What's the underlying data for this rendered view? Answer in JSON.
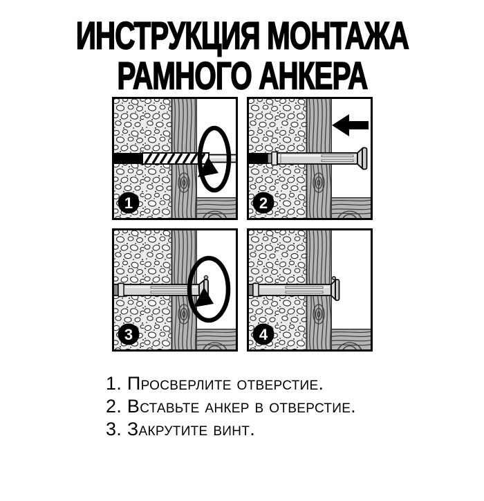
{
  "title": {
    "line1": "ИНСТРУКЦИЯ МОНТАЖА",
    "line2": "РАМНОГО АНКЕРА"
  },
  "panels": [
    {
      "number": "1"
    },
    {
      "number": "2"
    },
    {
      "number": "3"
    },
    {
      "number": "4"
    }
  ],
  "steps": [
    "1. Просверлите отверстие.",
    "2. Вставьте анкер в отверстие.",
    "3. Закрутите винт."
  ],
  "icons": {
    "rotation_arrow": "ellipse-rotation-arrow",
    "insertion_arrow": "solid-left-arrow"
  },
  "colors": {
    "ink": "#000000",
    "background": "#ffffff",
    "wood": "#b5b5b5",
    "concrete": "#ececec",
    "metal": "#d6d6d6"
  }
}
